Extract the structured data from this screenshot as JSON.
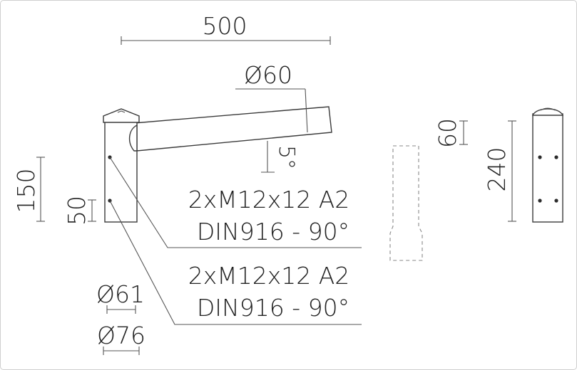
{
  "dimensions": {
    "arm_length": "500",
    "arm_diameter": "Ø60",
    "arm_angle": "5°",
    "height_total": "150",
    "height_lower": "50",
    "bolt_spec_1_line1": "2xM12x12 A2",
    "bolt_spec_1_line2": "DIN916 - 90°",
    "bolt_spec_2_line1": "2xM12x12 A2",
    "bolt_spec_2_line2": "DIN916 - 90°",
    "inner_diameter": "Ø61",
    "outer_diameter": "Ø76",
    "side_top": "60",
    "side_height": "240"
  },
  "colors": {
    "line": "#555555",
    "object": "#3a3a3a",
    "text": "#222222"
  }
}
